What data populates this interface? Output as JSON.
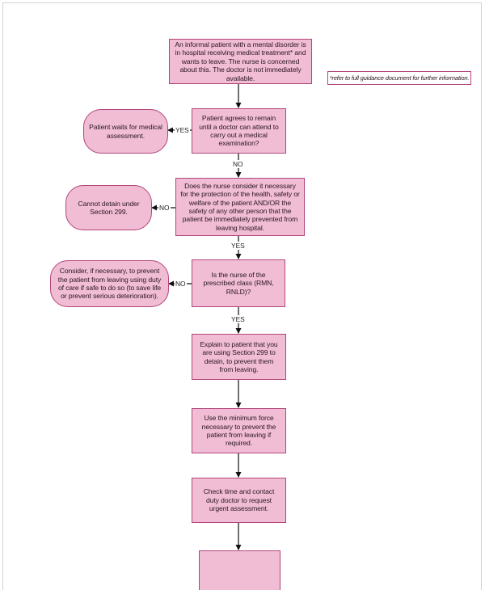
{
  "flowchart": {
    "nodes": {
      "start": "An informal patient with a mental disorder is in hospital receiving medical treatment* and wants to leave. The nurse is concerned about this. The doctor is not immediately available.",
      "remain": "Patient agrees to remain until a doctor can attend to carry out a medical examination?",
      "waits": "Patient waits for medical assessment.",
      "consider": "Does the nurse consider it necessary for the protection of the health, safety or welfare of the patient AND/OR the safety of any other person that the patient be immediately prevented from leaving hospital.",
      "cannot": "Cannot detain under Section 299.",
      "prescribed": "Is the nurse of the prescribed class (RMN, RNLD)?",
      "duty_care": "Consider, if necessary, to prevent the patient from leaving using duty of care if safe to do so (to save life or prevent serious deterioration).",
      "explain": "Explain to patient that you are using Section 299 to detain, to prevent them from leaving.",
      "force": "Use the minimum force necessary to prevent the patient from leaving if required.",
      "check": "Check time and contact duty doctor to request urgent assessment."
    },
    "edge_labels": {
      "remain_yes": "YES",
      "remain_no": "NO",
      "consider_no": "NO",
      "consider_yes": "YES",
      "prescribed_no": "NO",
      "prescribed_yes": "YES"
    },
    "note": "*refer to full guidance document for further information."
  }
}
